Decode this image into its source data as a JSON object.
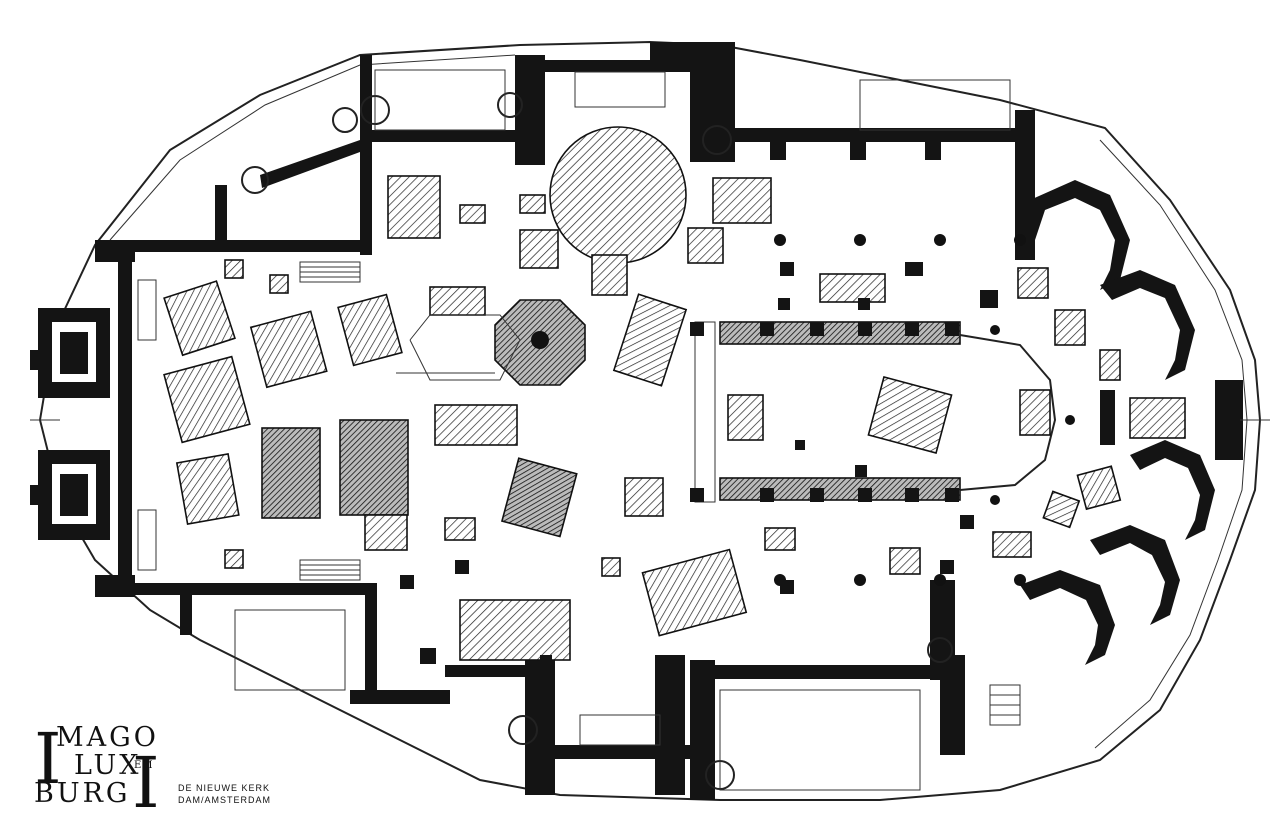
{
  "caption": {
    "left_initial": "I",
    "right_initial": "I",
    "line1": "MAGO",
    "line2": "LUX",
    "line2_small": "EM",
    "line3": "BURG",
    "subtitle_line1": "DE NIEUWE KERK",
    "subtitle_line2": "DAM/AMSTERDAM"
  }
}
